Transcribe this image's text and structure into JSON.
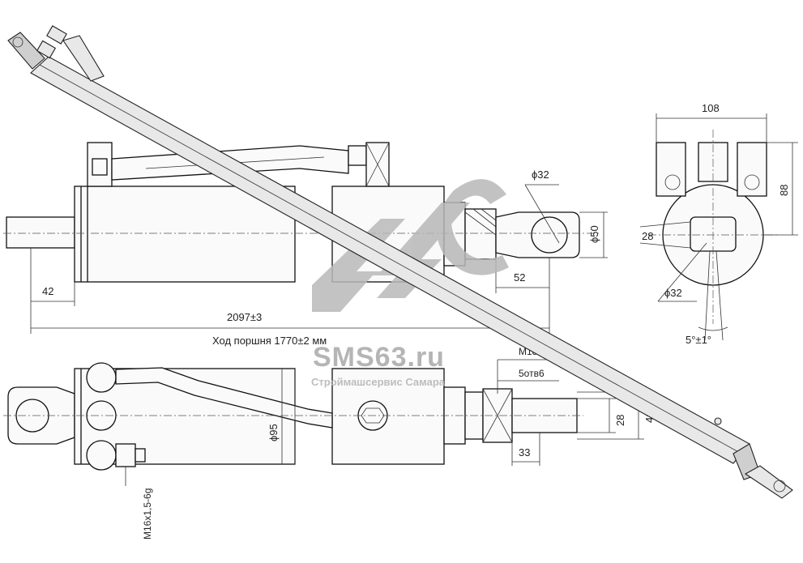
{
  "drawing": {
    "dimensions": {
      "d108": "108",
      "d88": "88",
      "d28_side": "28",
      "d32_side": "ϕ32",
      "d5deg": "5°±1°",
      "d32_top": "ϕ32",
      "d50": "ϕ50",
      "d52": "52",
      "d42_top": "42",
      "d2097": "2097±3",
      "stroke": "Ход поршня 1770±2 мм",
      "thread_rod": "M18x1,5-6H",
      "holes": "5отв6",
      "d95": "ϕ95",
      "d28_bottom": "28",
      "d42_bottom": "42",
      "d33": "33",
      "thread_port": "M16x1,5-6g"
    },
    "watermark": {
      "site": "SMS63.ru",
      "company": "Строймашсервис Самара"
    }
  }
}
